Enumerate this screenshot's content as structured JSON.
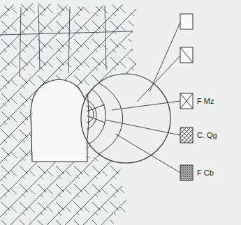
{
  "diagram": {
    "legend": [
      {
        "text": "F Mz"
      },
      {
        "text": "C. Qg"
      },
      {
        "text": "F Cb"
      }
    ]
  }
}
